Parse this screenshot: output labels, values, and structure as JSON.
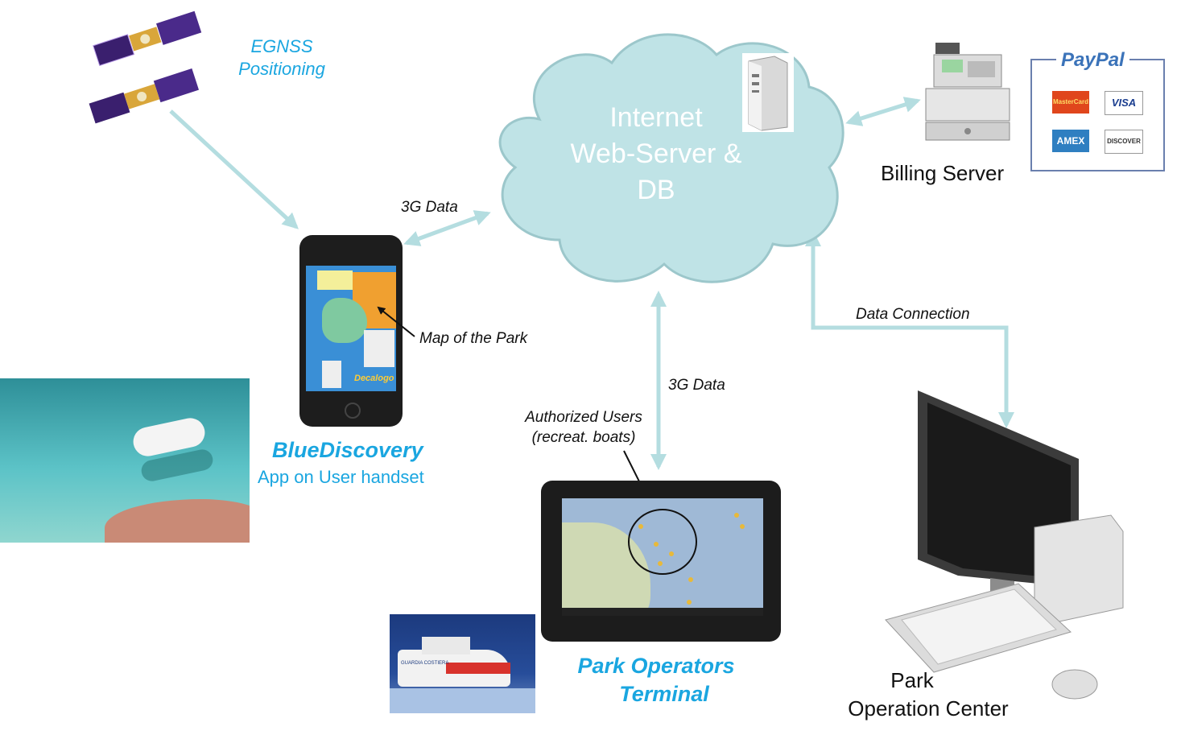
{
  "diagram": {
    "egnss_line1": "EGNSS",
    "egnss_line2": "Positioning",
    "cloud_line1": "Internet",
    "cloud_line2": "Web-Server &",
    "cloud_line3": "DB",
    "billing_label": "Billing Server",
    "paypal_logo": "PayPal",
    "card_mastercard": "MasterCard",
    "card_visa": "VISA",
    "card_amex": "AMEX",
    "card_discover": "DISCOVER",
    "link_phone_cloud": "3G Data",
    "map_callout": "Map of the Park",
    "phone_map_caption": "Decalogo",
    "app_name": "BlueDiscovery",
    "app_subtitle": "App on User handset",
    "link_tablet_cloud": "3G Data",
    "users_callout_line1": "Authorized Users",
    "users_callout_line2": "(recreat. boats)",
    "tablet_line1": "Park Operators",
    "tablet_line2": "Terminal",
    "link_pc_cloud": "Data Connection",
    "pc_line1": "Park",
    "pc_line2": "Operation Center",
    "patrol_boat_hull_text": "GUARDIA COSTIERA"
  },
  "colors": {
    "arrow": "#b4dde0",
    "cloud_fill": "#bfe3e6",
    "cloud_stroke": "#9cc7cb",
    "label_cyan": "#1aa6e0",
    "sea": "#3fb0b8"
  }
}
